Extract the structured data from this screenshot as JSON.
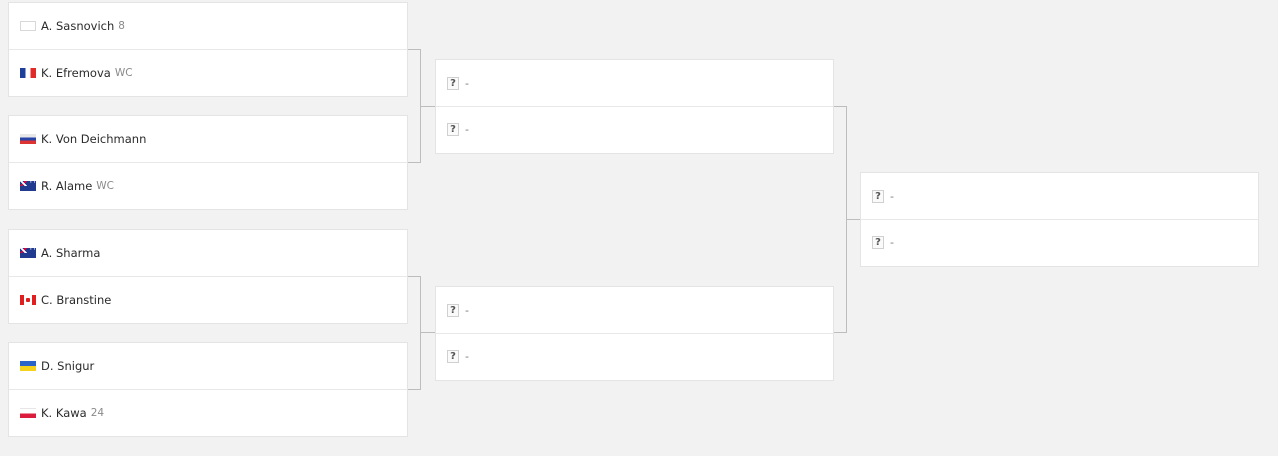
{
  "round1": [
    {
      "players": [
        {
          "flag": "blank",
          "name": "A. Sasnovich",
          "seed": "8"
        },
        {
          "flag": "fr",
          "name": "K. Efremova",
          "seed": "WC"
        }
      ]
    },
    {
      "players": [
        {
          "flag": "ru",
          "name": "K. Von Deichmann",
          "seed": ""
        },
        {
          "flag": "au",
          "name": "R. Alame",
          "seed": "WC"
        }
      ]
    },
    {
      "players": [
        {
          "flag": "au",
          "name": "A. Sharma",
          "seed": ""
        },
        {
          "flag": "ca",
          "name": "C. Branstine",
          "seed": ""
        }
      ]
    },
    {
      "players": [
        {
          "flag": "ua",
          "name": "D. Snigur",
          "seed": ""
        },
        {
          "flag": "pl",
          "name": "K. Kawa",
          "seed": "24"
        }
      ]
    }
  ],
  "round2": [
    {
      "slots": [
        {
          "q": "?",
          "label": "-"
        },
        {
          "q": "?",
          "label": "-"
        }
      ]
    },
    {
      "slots": [
        {
          "q": "?",
          "label": "-"
        },
        {
          "q": "?",
          "label": "-"
        }
      ]
    }
  ],
  "round3": [
    {
      "slots": [
        {
          "q": "?",
          "label": "-"
        },
        {
          "q": "?",
          "label": "-"
        }
      ]
    }
  ]
}
